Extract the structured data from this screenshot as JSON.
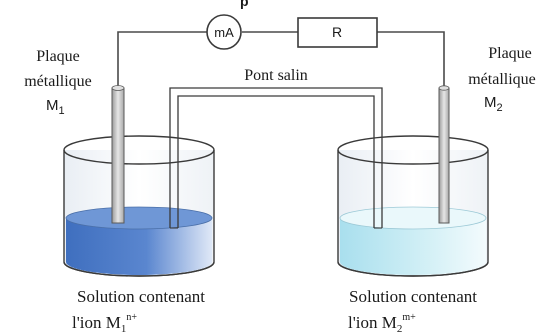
{
  "title_fragment": "p",
  "circuit": {
    "ammeter_label": "mA",
    "resistor_label": "R"
  },
  "bridge_label": "Pont salin",
  "left": {
    "plate_label_line1": "Plaque",
    "plate_label_line2": "métallique",
    "metal_main": "M",
    "metal_sub": "1",
    "solution_line1": "Solution contenant",
    "solution_ion_prefix": "l'ion M",
    "solution_ion_sub": "1",
    "solution_ion_charge": "n+"
  },
  "right": {
    "plate_label_line1": "Plaque",
    "plate_label_line2": "métallique",
    "metal_main": "M",
    "metal_sub": "2",
    "solution_line1": "Solution contenant",
    "solution_ion_prefix": "l'ion M",
    "solution_ion_sub": "2",
    "solution_ion_charge": "m+"
  },
  "colors": {
    "left_solution": "#4f7cc7",
    "right_solution": "#c9ecf3",
    "plate": "#c9c9c9",
    "wire": "#4a4a4a"
  }
}
